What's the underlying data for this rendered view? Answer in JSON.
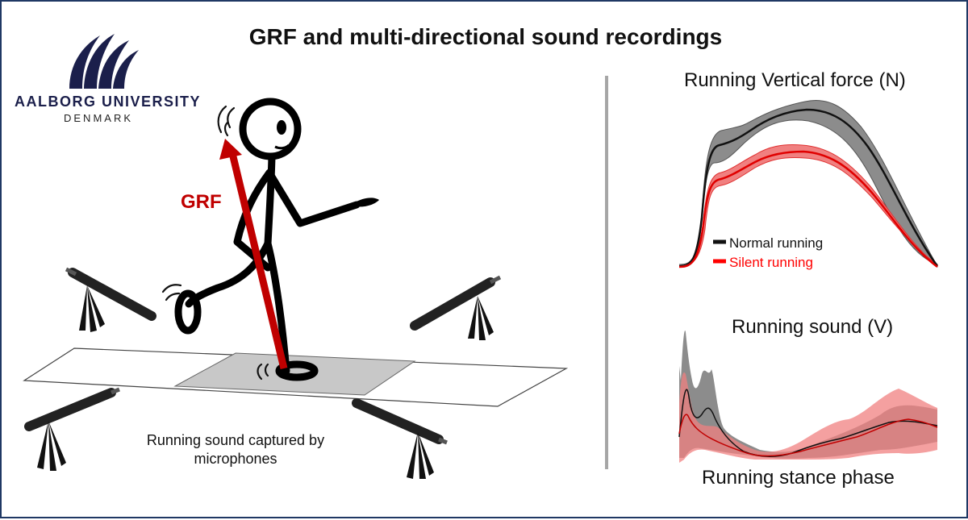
{
  "title": "GRF and multi-directional sound recordings",
  "logo": {
    "name": "AALBORG UNIVERSITY",
    "country": "DENMARK",
    "mark_color": "#1b1f4b"
  },
  "scene": {
    "grf_label": "GRF",
    "caption": "Running sound captured by microphones",
    "arrow_color": "#c00000"
  },
  "force_panel": {
    "title": "Running Vertical force (N)",
    "legend": [
      {
        "label": "Normal running",
        "color": "#111111"
      },
      {
        "label": "Silent running",
        "color": "#ff0000"
      }
    ]
  },
  "sound_panel": {
    "title": "Running sound (V)",
    "x_label": "Running stance phase"
  },
  "colors": {
    "frame": "#1f3864",
    "normal_band": "#7f7f7f",
    "silent_band": "#f08080"
  }
}
